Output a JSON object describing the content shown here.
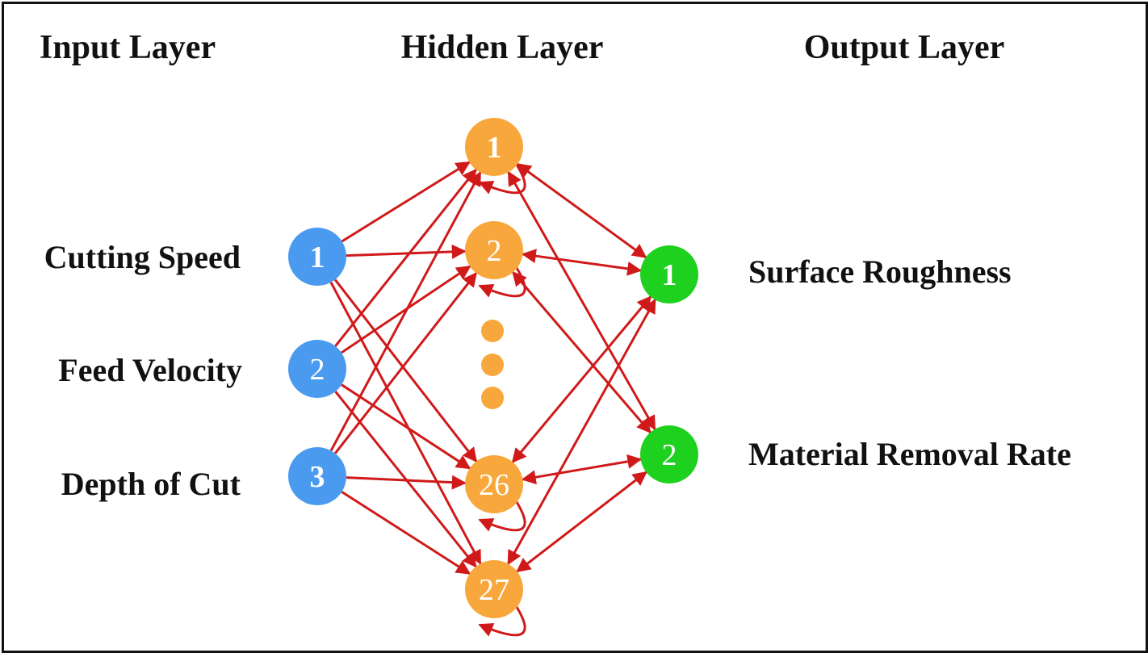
{
  "headers": {
    "input": "Input Layer",
    "hidden": "Hidden Layer",
    "output": "Output Layer"
  },
  "inputs": [
    {
      "label": "Cutting Speed",
      "num": "1"
    },
    {
      "label": "Feed Velocity",
      "num": "2"
    },
    {
      "label": "Depth of Cut",
      "num": "3"
    }
  ],
  "hidden": [
    {
      "num": "1"
    },
    {
      "num": "2"
    },
    {
      "num": "26"
    },
    {
      "num": "27"
    }
  ],
  "outputs": [
    {
      "label": "Surface Roughness",
      "num": "1"
    },
    {
      "label": "Material Removal Rate",
      "num": "2"
    }
  ],
  "colors": {
    "input_node": "#4a9bf0",
    "hidden_node": "#f8a73c",
    "output_node": "#1fd11f",
    "connection": "#d01a1a"
  }
}
